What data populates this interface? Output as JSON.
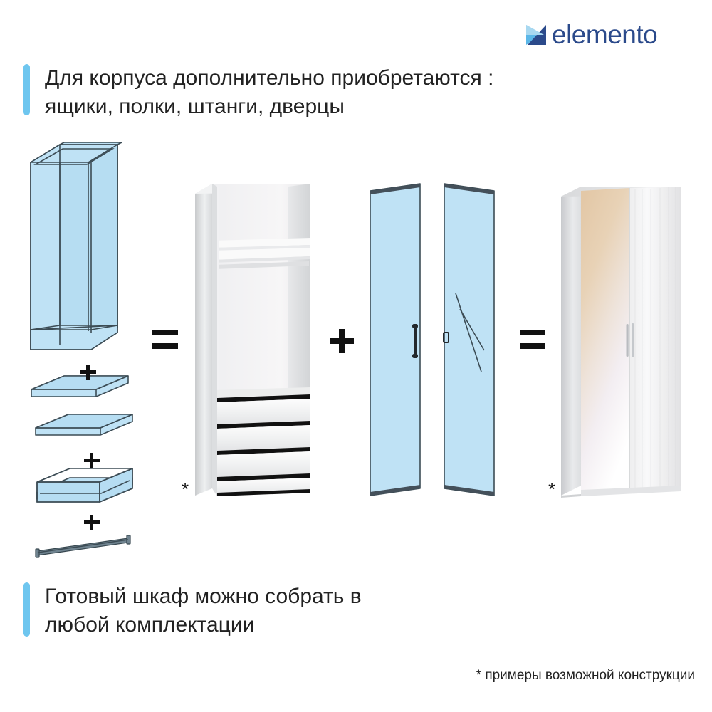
{
  "brand": {
    "name": "elemento",
    "mark_icon": "elemento-triangle-logo",
    "color_text": "#2b4a8b",
    "color_light": "#6ec6ef",
    "color_dark": "#2b4a8b"
  },
  "callouts": {
    "top": "Для корпуса дополнительно приобретаются :\nящики, полки, штанги, дверцы",
    "bottom": "Готовый шкаф можно собрать в\nлюбой комплектации",
    "accent_color": "#6ec6ef"
  },
  "footnote": "* примеры возможной конструкции",
  "operators": {
    "plus": "+",
    "equals": "=",
    "asterisk": "*"
  },
  "diagram": {
    "parts_column": {
      "label": "carcass-and-parts",
      "items": [
        {
          "name": "carcass",
          "type": "glass-box"
        },
        {
          "name": "shelf-1",
          "type": "glass-shelf"
        },
        {
          "name": "shelf-2",
          "type": "glass-shelf"
        },
        {
          "name": "drawer",
          "type": "glass-drawer"
        },
        {
          "name": "rod",
          "type": "glass-rod"
        }
      ]
    },
    "assembled_carcass": {
      "name": "white-cabinet-open",
      "drawers": 4,
      "shelves": 1,
      "rods": 1
    },
    "doors": [
      {
        "name": "plain-door",
        "handle": "vertical-bar-handle",
        "finish": "panel"
      },
      {
        "name": "mirror-door",
        "handle": "small-knob-handle",
        "finish": "mirror"
      }
    ],
    "result": {
      "name": "finished-wardrobe",
      "left_door": "mirror",
      "right_door": "white-wood"
    }
  },
  "colors": {
    "glass": "#bfe2f5",
    "glass_stroke": "#3c4c55",
    "cabinet_white": "#f4f4f5",
    "mirror_top": "#e5cdb0",
    "mirror_bottom": "#fdfdfd"
  }
}
